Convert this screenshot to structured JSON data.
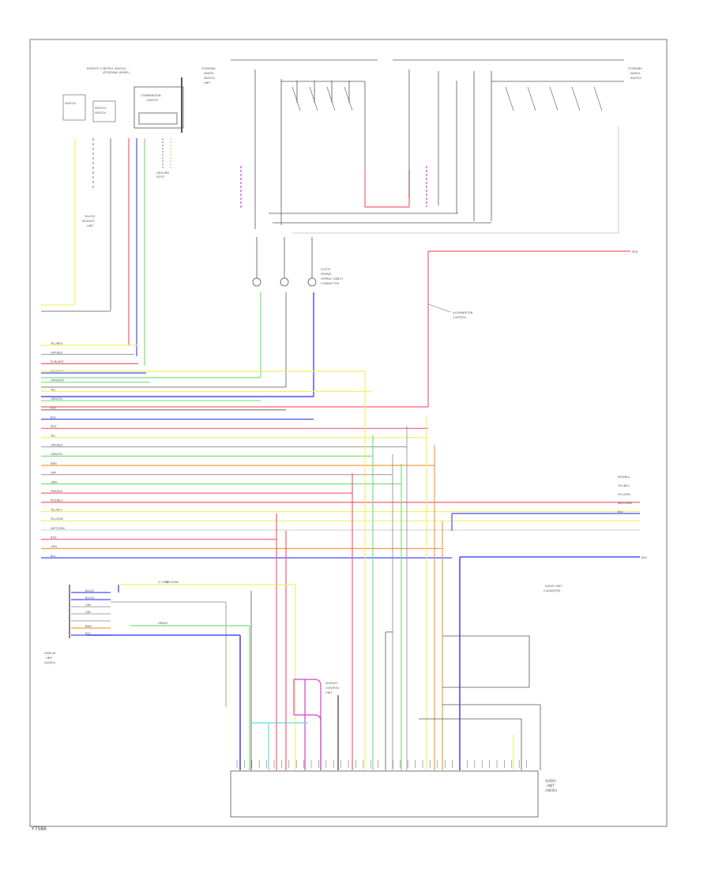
{
  "footer_code": "Y7586",
  "wire_colors": {
    "red": "#ff5a6e",
    "blue": "#4b4bff",
    "green": "#79e07a",
    "yellow": "#f4f066",
    "orange": "#f0a040",
    "purple": "#cc44cc",
    "cyan": "#66dddd",
    "gray": "#888888",
    "black": "#333333",
    "light_gray": "#bbbbbb"
  },
  "labels": {
    "top_left_title": "REMOTE CONTROL SWITCH",
    "top_left_sub": "(STEERING WHEEL)",
    "top_left_pack": "COMBINATION",
    "top_left_unit": "SWITCH",
    "top_left_sw_a": "SWITCH",
    "top_left_sw_b": "SWITCH",
    "top_left_sw_c": "SWITCH",
    "top_left_ground": "GROUND",
    "top_left_ground_note": "NOTE",
    "mid_left_block": "BLOCK",
    "mid_left_module": "MODULE",
    "mid_left_module2": "UNIT",
    "upper_center_title": "STEERING",
    "upper_center_sub": "WHEEL",
    "upper_center_sub2": "SWITCH",
    "upper_center_sub3": "UNIT",
    "upper_right_title": "STEERING",
    "upper_right_sub": "WHEEL",
    "upper_right_sub2": "SWITCH",
    "center_clock": "CLOCK",
    "center_clock2": "SPRING",
    "center_clock3": "(SPIRAL CABLE)",
    "center_clock4": "CONNECTOR",
    "right_mid_name": "ILLUMINATION",
    "right_mid_name2": "CONTROL",
    "lower_right_name": "AUDIO UNIT",
    "lower_right_name2": "(CD/AM/FM)",
    "lower_left_name": "DISPLAY",
    "lower_left_name2": "UNIT",
    "lower_left_name3": "(AUDIO)",
    "center_lower_name": "SENSOR",
    "center_lower_name2": "CONTROL",
    "center_lower_name3": "UNIT",
    "bottom_box_name": "AUDIO",
    "bottom_box_name2": "UNIT",
    "bottom_box_name3": "(HEAD)",
    "right_wire_red": "RED",
    "right_wire_blue": "BLU"
  },
  "left_bus_wires": [
    {
      "label": "YEL/RED",
      "color": "yellow"
    },
    {
      "label": "GRY/BLK",
      "color": "gray"
    },
    {
      "label": "PUR/WHT",
      "color": "red"
    },
    {
      "label": "BLU/WHT",
      "color": "blue"
    },
    {
      "label": "GRN/WHT",
      "color": "green"
    },
    {
      "label": "YEL",
      "color": "yellow"
    },
    {
      "label": "GRN/YEL",
      "color": "green"
    },
    {
      "label": "BLK",
      "color": "black"
    },
    {
      "label": "BLU",
      "color": "blue"
    },
    {
      "label": "RED",
      "color": "red"
    },
    {
      "label": "YEL",
      "color": "yellow"
    },
    {
      "label": "GRY/BLK",
      "color": "gray"
    },
    {
      "label": "GRN/YEL",
      "color": "green"
    },
    {
      "label": "BRN",
      "color": "orange"
    },
    {
      "label": "GRY",
      "color": "gray"
    },
    {
      "label": "GRN",
      "color": "green"
    },
    {
      "label": "PNK/BLK",
      "color": "red"
    },
    {
      "label": "RED/BLU",
      "color": "red"
    },
    {
      "label": "YEL/BLU",
      "color": "yellow"
    },
    {
      "label": "YEL/GRN",
      "color": "yellow"
    },
    {
      "label": "WHT/GRN",
      "color": "light_gray"
    },
    {
      "label": "RED",
      "color": "red"
    },
    {
      "label": "ORN",
      "color": "orange"
    },
    {
      "label": "BLU",
      "color": "blue"
    }
  ],
  "right_bus_wires": [
    {
      "label": "RED/BLU",
      "color": "red"
    },
    {
      "label": "YEL/BLU",
      "color": "yellow"
    },
    {
      "label": "YEL/GRN",
      "color": "yellow"
    },
    {
      "label": "WHT/GRN",
      "color": "light_gray"
    },
    {
      "label": "BLU",
      "color": "blue"
    }
  ],
  "display_wires": [
    {
      "label": "BLU/LT",
      "color": "blue"
    },
    {
      "label": "BLU/LT",
      "color": "blue"
    },
    {
      "label": "GRY",
      "color": "gray"
    },
    {
      "label": "GRY",
      "color": "gray"
    },
    {
      "label": "",
      "color": "gray"
    },
    {
      "label": "BRN",
      "color": "orange"
    },
    {
      "label": "BLU",
      "color": "blue"
    }
  ],
  "display_bus_labels": [
    "LT GRN",
    "GRN/LT",
    "YEL/GRN"
  ]
}
